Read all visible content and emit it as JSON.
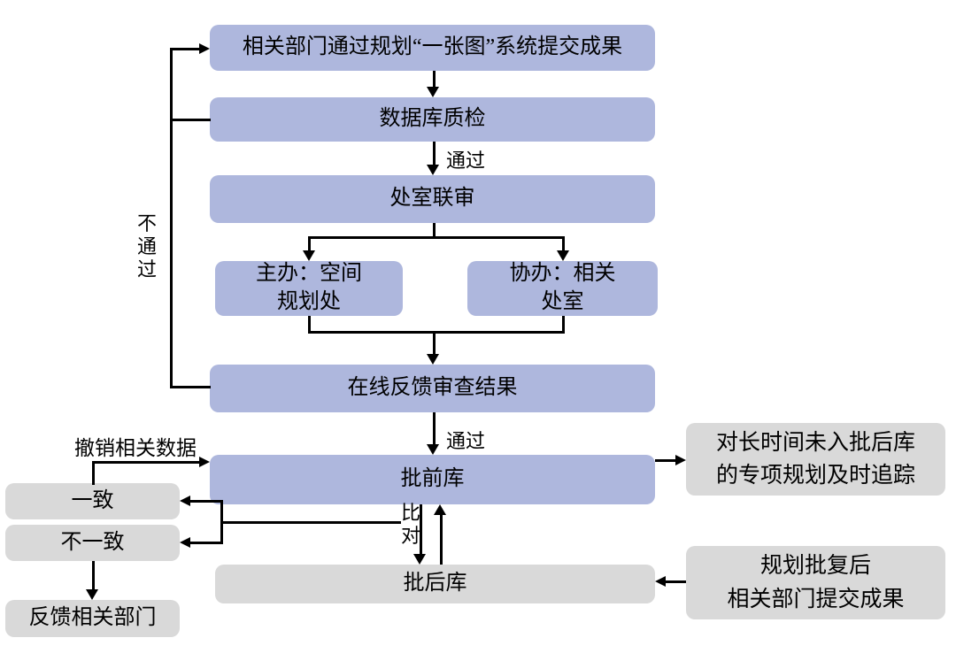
{
  "diagram": {
    "nodes": {
      "submit": {
        "label": "相关部门通过规划“一张图”系统提交成果"
      },
      "quality_check": {
        "label": "数据库质检"
      },
      "joint_review": {
        "label": "处室联审"
      },
      "lead_office": {
        "label": "主办：空间\n规划处"
      },
      "assist_office": {
        "label": "协办：相关\n处室"
      },
      "online_feedback": {
        "label": "在线反馈审查结果"
      },
      "pre_approval_db": {
        "label": "批前库"
      },
      "consistent": {
        "label": "一致"
      },
      "inconsistent": {
        "label": "不一致"
      },
      "feedback_depts": {
        "label": "反馈相关部门"
      },
      "post_approval_db": {
        "label": "批后库"
      },
      "tracking": {
        "label": "对长时间未入批后库\n的专项规划及时追踪"
      },
      "post_submission": {
        "label": "规划批复后\n相关部门提交成果"
      }
    },
    "edge_labels": {
      "pass_1": "通过",
      "pass_2": "通过",
      "fail": "不通过",
      "compare": "比对",
      "revoke": "撤销相关数据"
    }
  },
  "colors": {
    "process_fill": "#aeb7dd",
    "result_fill": "#d9d9d9",
    "line": "#000000"
  }
}
